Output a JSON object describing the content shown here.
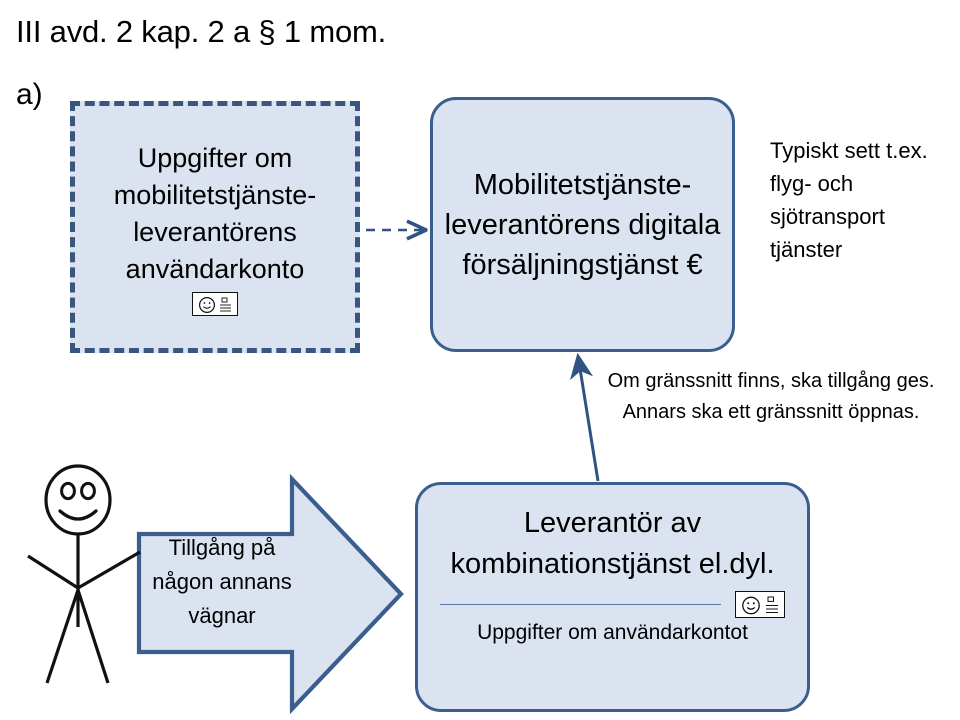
{
  "slide": {
    "title": "III avd. 2 kap. 2 a § 1 mom.",
    "item_label": "a)"
  },
  "nodes": {
    "user_account_data": {
      "text": "Uppgifter om mobilitetstjänste-leverantörens användarkonto",
      "icon": "id-card-icon",
      "style": "dashed",
      "fill": "#dce3f0",
      "border": "#39567f"
    },
    "mobility_sales_service": {
      "text": "Mobilitetstjänste-leverantörens digitala försäljningstjänst €",
      "style": "rounded-solid",
      "fill": "#dce3f0",
      "border": "#3a5f8e"
    },
    "combination_service_provider": {
      "text": "Leverantör av kombinationstjänst el.dyl.",
      "sub_text": "Uppgifter om användarkontot",
      "icon": "id-card-icon",
      "style": "rounded-solid",
      "fill": "#dce3f0",
      "border": "#3a5f8e"
    }
  },
  "notes": {
    "typical_services": "Typiskt sett t.ex. flyg- och sjötransport tjänster",
    "interface_rule": "Om gränssnitt finns, ska tillgång ges. Annars ska ett gränssnitt öppnas."
  },
  "arrows": {
    "block_arrow_label": "Tillgång på någon annans vägnar",
    "dashed_connector": "dashed-arrow-icon",
    "interface_connector": "up-arrow-icon"
  },
  "actor": {
    "name": "stick-figure-person",
    "face": "smiley-face-icon"
  },
  "colors": {
    "shape_fill": "#dce3f0",
    "shape_border": "#3a5f8e",
    "dashed_border": "#39567f",
    "divider": "#5b7aa6",
    "text": "#000000",
    "background": "#ffffff"
  }
}
